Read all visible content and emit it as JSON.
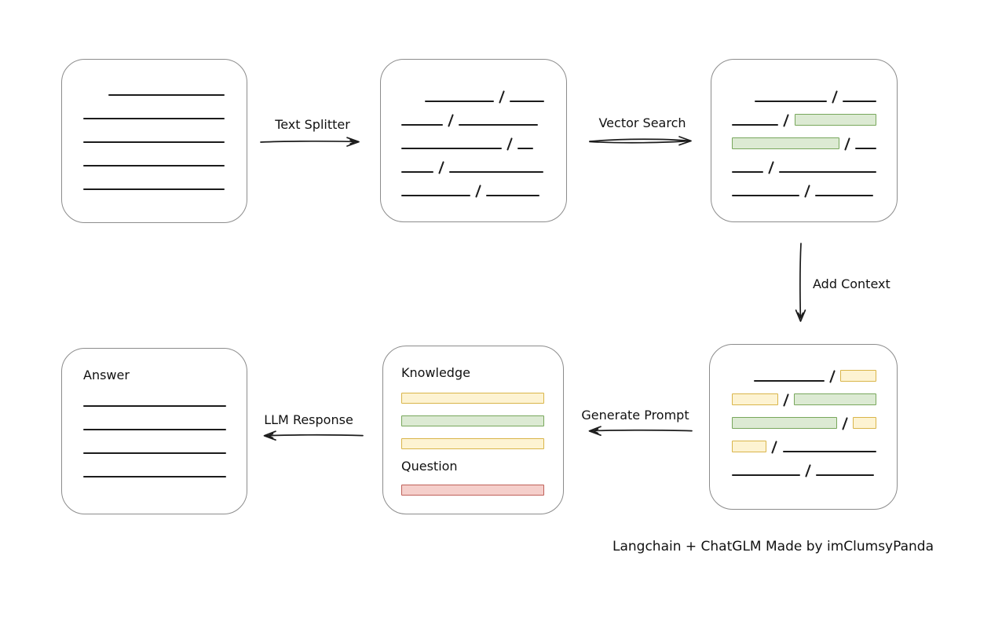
{
  "caption": "Langchain + ChatGLM Made by imClumsyPanda",
  "arrows": {
    "text_splitter": "Text Splitter",
    "vector_search": "Vector Search",
    "add_context": "Add Context",
    "generate_prompt": "Generate Prompt",
    "llm_response": "LLM Response"
  },
  "prompt_box": {
    "knowledge_label": "Knowledge",
    "question_label": "Question",
    "knowledge_bars": [
      "yellow",
      "green",
      "yellow"
    ],
    "question_bar": "red"
  },
  "answer_box": {
    "label": "Answer"
  },
  "colors": {
    "line": "#1c1c1c",
    "text": "#111111",
    "box_border": "#8c8c8c",
    "green_fill": "#dcead3",
    "green_border": "#78a75c",
    "yellow_fill": "#fdf3d2",
    "yellow_border": "#d9b54a",
    "red_fill": "#f5cfcb",
    "red_border": "#bf6059"
  },
  "rows": {
    "document": [
      [
        {
          "k": "gap",
          "w": 32
        },
        {
          "k": "line",
          "w": 148
        }
      ],
      [
        {
          "k": "line",
          "w": 182
        }
      ],
      [
        {
          "k": "line",
          "w": 182
        }
      ],
      [
        {
          "k": "line",
          "w": 182
        }
      ],
      [
        {
          "k": "line",
          "w": 182
        }
      ]
    ],
    "chunks": [
      [
        {
          "k": "gap",
          "w": 30
        },
        {
          "k": "line",
          "w": 88
        },
        {
          "k": "slash"
        },
        {
          "k": "line",
          "w": 44
        }
      ],
      [
        {
          "k": "line",
          "w": 53
        },
        {
          "k": "slash"
        },
        {
          "k": "line",
          "w": 101
        }
      ],
      [
        {
          "k": "line",
          "w": 128
        },
        {
          "k": "slash"
        },
        {
          "k": "line",
          "w": 20
        }
      ],
      [
        {
          "k": "line",
          "w": 41
        },
        {
          "k": "slash"
        },
        {
          "k": "line",
          "w": 120
        }
      ],
      [
        {
          "k": "line",
          "w": 88
        },
        {
          "k": "slash"
        },
        {
          "k": "line",
          "w": 68
        }
      ]
    ],
    "vector": [
      [
        {
          "k": "gap",
          "w": 29
        },
        {
          "k": "line",
          "w": 92
        },
        {
          "k": "slash"
        },
        {
          "k": "line",
          "w": 43
        }
      ],
      [
        {
          "k": "line",
          "w": 61
        },
        {
          "k": "slash"
        },
        {
          "k": "green",
          "w": 107
        }
      ],
      [
        {
          "k": "green",
          "w": 137
        },
        {
          "k": "slash"
        },
        {
          "k": "line",
          "w": 27
        }
      ],
      [
        {
          "k": "line",
          "w": 40
        },
        {
          "k": "slash"
        },
        {
          "k": "line",
          "w": 124
        }
      ],
      [
        {
          "k": "line",
          "w": 86
        },
        {
          "k": "slash"
        },
        {
          "k": "line",
          "w": 74
        }
      ]
    ],
    "context": [
      [
        {
          "k": "gap",
          "w": 29
        },
        {
          "k": "line",
          "w": 91
        },
        {
          "k": "slash"
        },
        {
          "k": "yellow",
          "w": 47
        }
      ],
      [
        {
          "k": "yellow",
          "w": 60
        },
        {
          "k": "slash"
        },
        {
          "k": "green",
          "w": 107
        }
      ],
      [
        {
          "k": "green",
          "w": 137
        },
        {
          "k": "slash"
        },
        {
          "k": "yellow",
          "w": 31
        }
      ],
      [
        {
          "k": "yellow",
          "w": 46
        },
        {
          "k": "slash"
        },
        {
          "k": "line",
          "w": 124
        }
      ],
      [
        {
          "k": "line",
          "w": 87
        },
        {
          "k": "slash"
        },
        {
          "k": "line",
          "w": 74
        }
      ]
    ],
    "answer": [
      [
        {
          "k": "line",
          "w": 182
        }
      ],
      [
        {
          "k": "line",
          "w": 182
        }
      ],
      [
        {
          "k": "line",
          "w": 182
        }
      ],
      [
        {
          "k": "line",
          "w": 182
        }
      ]
    ]
  }
}
